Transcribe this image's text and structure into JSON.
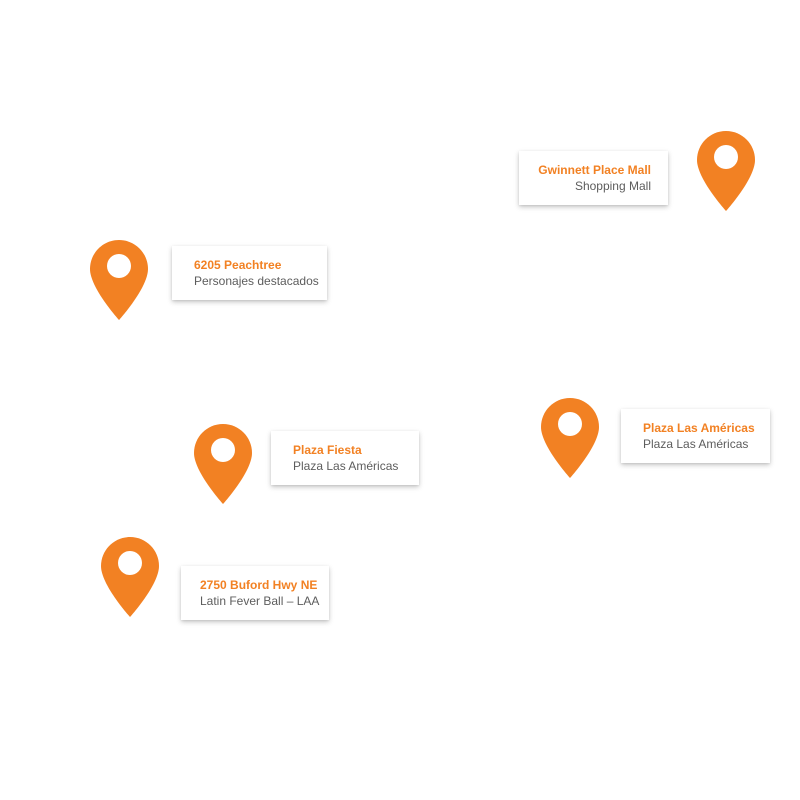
{
  "theme": {
    "accent_color": "#f28123",
    "card_background": "#ffffff",
    "subtitle_color": "#5d5d5d"
  },
  "locations": [
    {
      "title": "Gwinnett Place Mall",
      "subtitle": "Shopping Mall",
      "icon": "map-pin-icon"
    },
    {
      "title": "6205 Peachtree",
      "subtitle": "Personajes destacados",
      "icon": "map-pin-icon"
    },
    {
      "title": "Plaza Las Américas",
      "subtitle": "Plaza Las Américas",
      "icon": "map-pin-icon"
    },
    {
      "title": "Plaza Fiesta",
      "subtitle": "Plaza Las Américas",
      "icon": "map-pin-icon"
    },
    {
      "title": "2750 Buford Hwy NE",
      "subtitle": "Latin Fever Ball – LAA",
      "icon": "map-pin-icon"
    }
  ]
}
